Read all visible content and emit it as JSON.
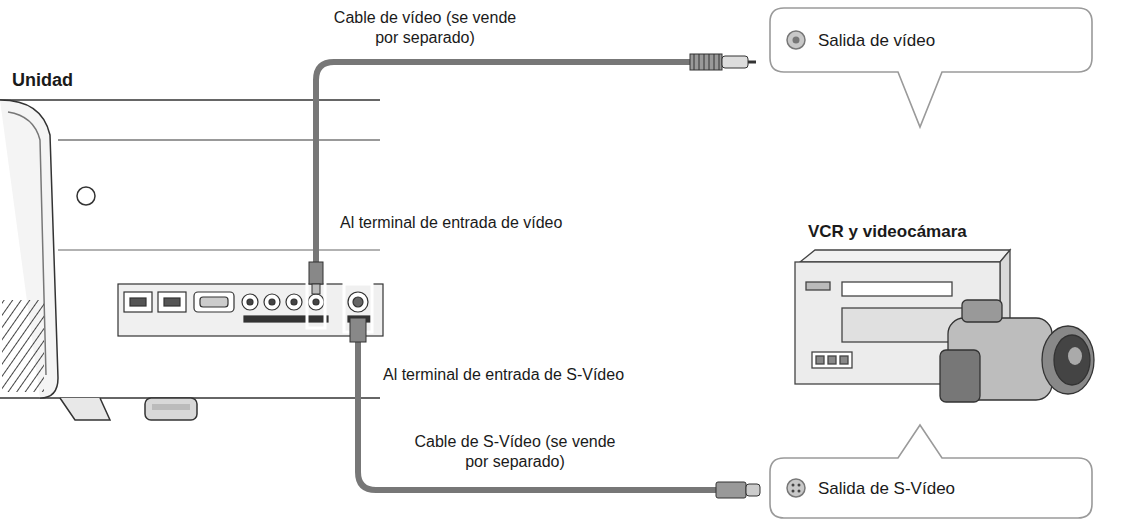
{
  "diagram": {
    "nodes": [
      {
        "text": [
          "Salida de vídeo"
        ]
      },
      {
        "text": [
          "Salida de S-Vídeo"
        ]
      }
    ],
    "labels": [
      "Cable de vídeo (se vende por separado)",
      "Unidad",
      "Al terminal de entrada de vídeo",
      "VCR y videocámara",
      "Al terminal de entrada de S-Vídeo",
      "Cable de S-Vídeo (se vende por separado)"
    ]
  }
}
